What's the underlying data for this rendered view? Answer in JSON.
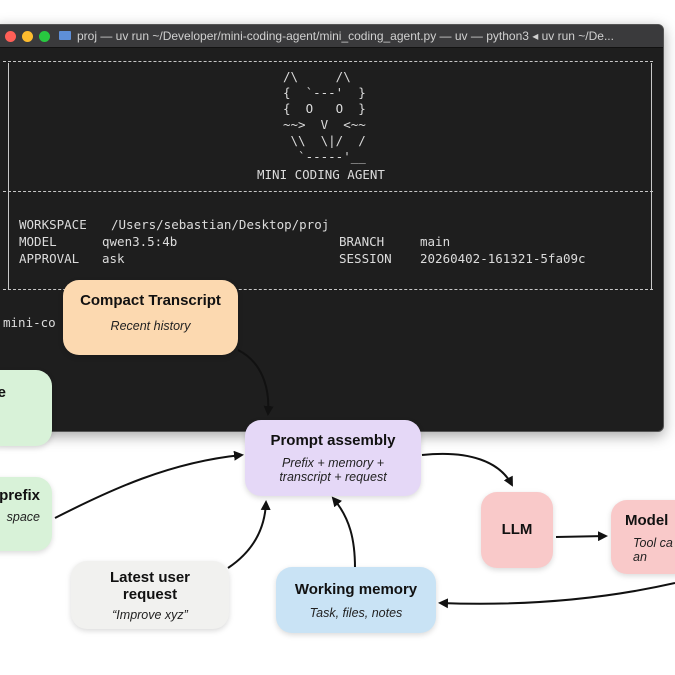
{
  "terminal": {
    "title": "proj — uv run ~/Developer/mini-coding-agent/mini_coding_agent.py — uv — python3 ◂ uv run ~/De...",
    "banner_art": "/\\     /\\\n{  `---'  }\n{  O   O  }\n~~>  V  <~~\n \\\\  \\|/  /\n  `-----'__",
    "banner_title": "MINI CODING AGENT",
    "workspace_label": "WORKSPACE",
    "workspace_value": "/Users/sebastian/Desktop/proj",
    "model_label": "MODEL",
    "model_value": "qwen3.5:4b",
    "branch_label": "BRANCH",
    "branch_value": "main",
    "approval_label": "APPROVAL",
    "approval_value": "ask",
    "session_label": "SESSION",
    "session_value": "20260402-161321-5fa09c",
    "prompt_text": "mini-co"
  },
  "diagram": {
    "compact_transcript": {
      "title": "Compact Transcript",
      "subtitle": "Recent history"
    },
    "left_top": {
      "title": "e",
      "subtitle": ""
    },
    "stable_prefix": {
      "title": "prefix",
      "subtitle": "space"
    },
    "prompt_assembly": {
      "title": "Prompt assembly",
      "subtitle": "Prefix + memory +\ntranscript + request"
    },
    "llm": {
      "title": "LLM"
    },
    "model_output": {
      "title": "Model",
      "subtitle": "Tool ca\nan"
    },
    "latest_request": {
      "title": "Latest user\nrequest",
      "subtitle": "“Improve xyz”"
    },
    "working_memory": {
      "title": "Working memory",
      "subtitle": "Task, files, notes"
    }
  },
  "colors": {
    "orange": "#fcd9b0",
    "green": "#d8f2d8",
    "purple": "#e5d8f7",
    "red": "#f9c9c9",
    "blue": "#c9e3f5",
    "gray": "#f1f1ef",
    "terminal_bg": "#1e1e1e"
  }
}
